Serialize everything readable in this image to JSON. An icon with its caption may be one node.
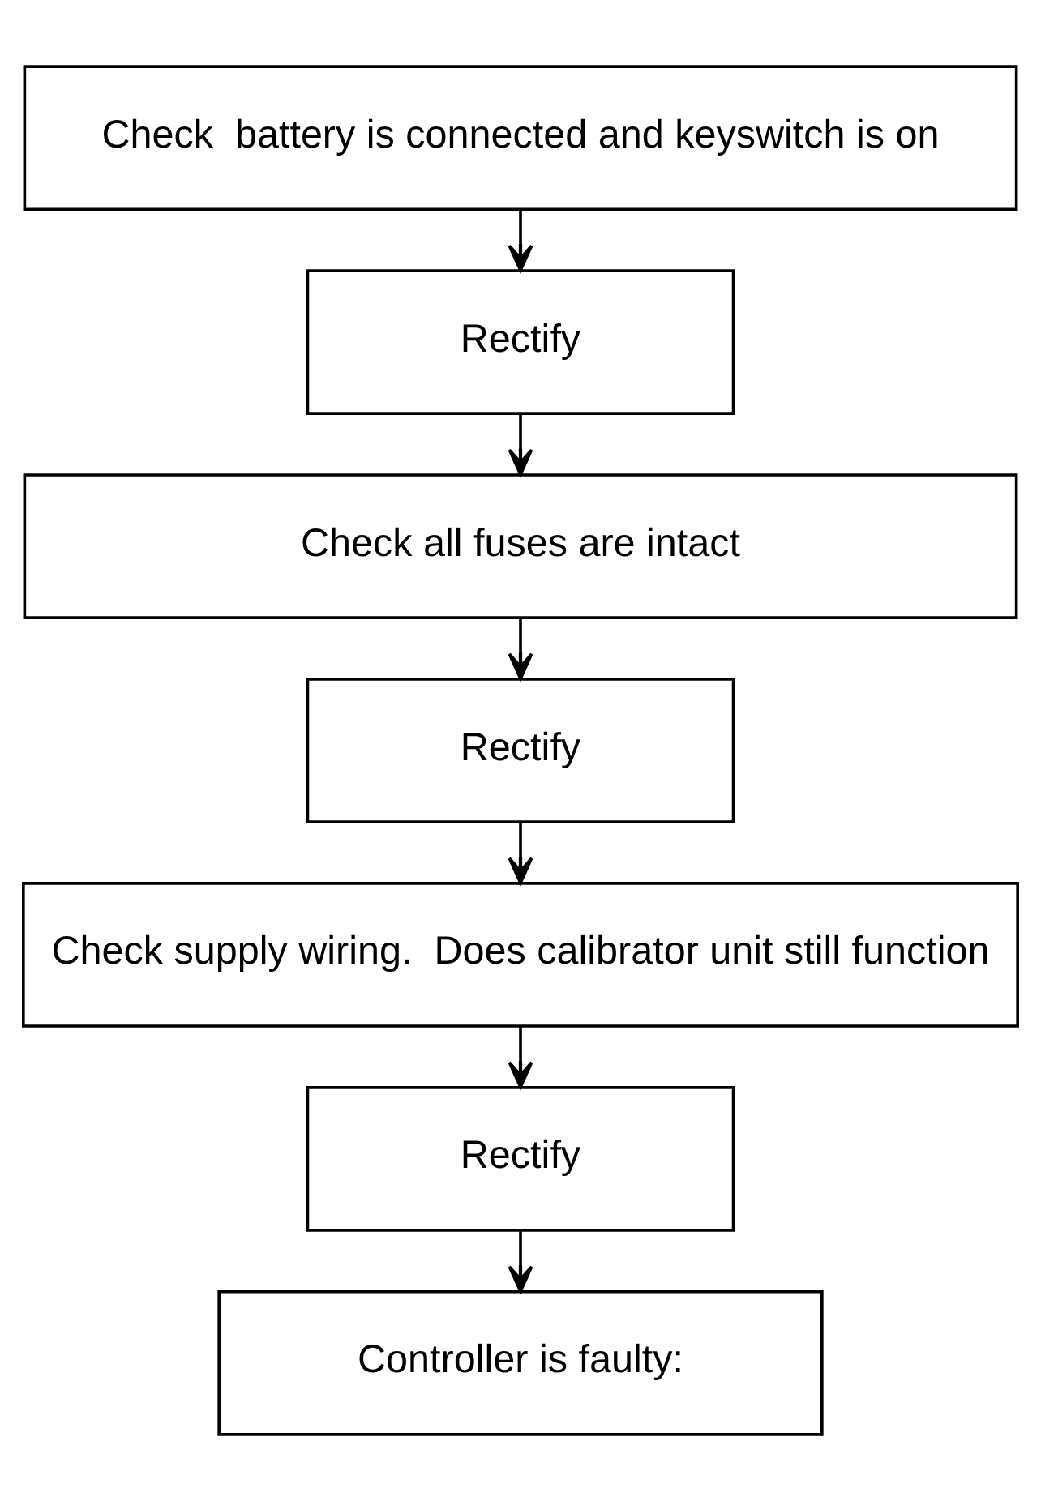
{
  "diagram": {
    "nodes": [
      {
        "text": [
          "Check  battery is connected and keyswitch is on"
        ]
      },
      {
        "text": [
          "Rectify"
        ]
      },
      {
        "text": [
          "Check all fuses are intact"
        ]
      },
      {
        "text": [
          "Rectify"
        ]
      },
      {
        "text": [
          "Check supply wiring.  Does calibrator unit still function"
        ]
      },
      {
        "text": [
          "Rectify"
        ]
      },
      {
        "text": [
          "Controller is faulty:"
        ]
      }
    ],
    "edges": [
      {
        "from": 0,
        "to": 1,
        "arrow": "to"
      },
      {
        "from": 1,
        "to": 2,
        "arrow": "to"
      },
      {
        "from": 2,
        "to": 3,
        "arrow": "to"
      },
      {
        "from": 3,
        "to": 4,
        "arrow": "to"
      },
      {
        "from": 4,
        "to": 5,
        "arrow": "to"
      },
      {
        "from": 5,
        "to": 6,
        "arrow": "to"
      }
    ]
  }
}
